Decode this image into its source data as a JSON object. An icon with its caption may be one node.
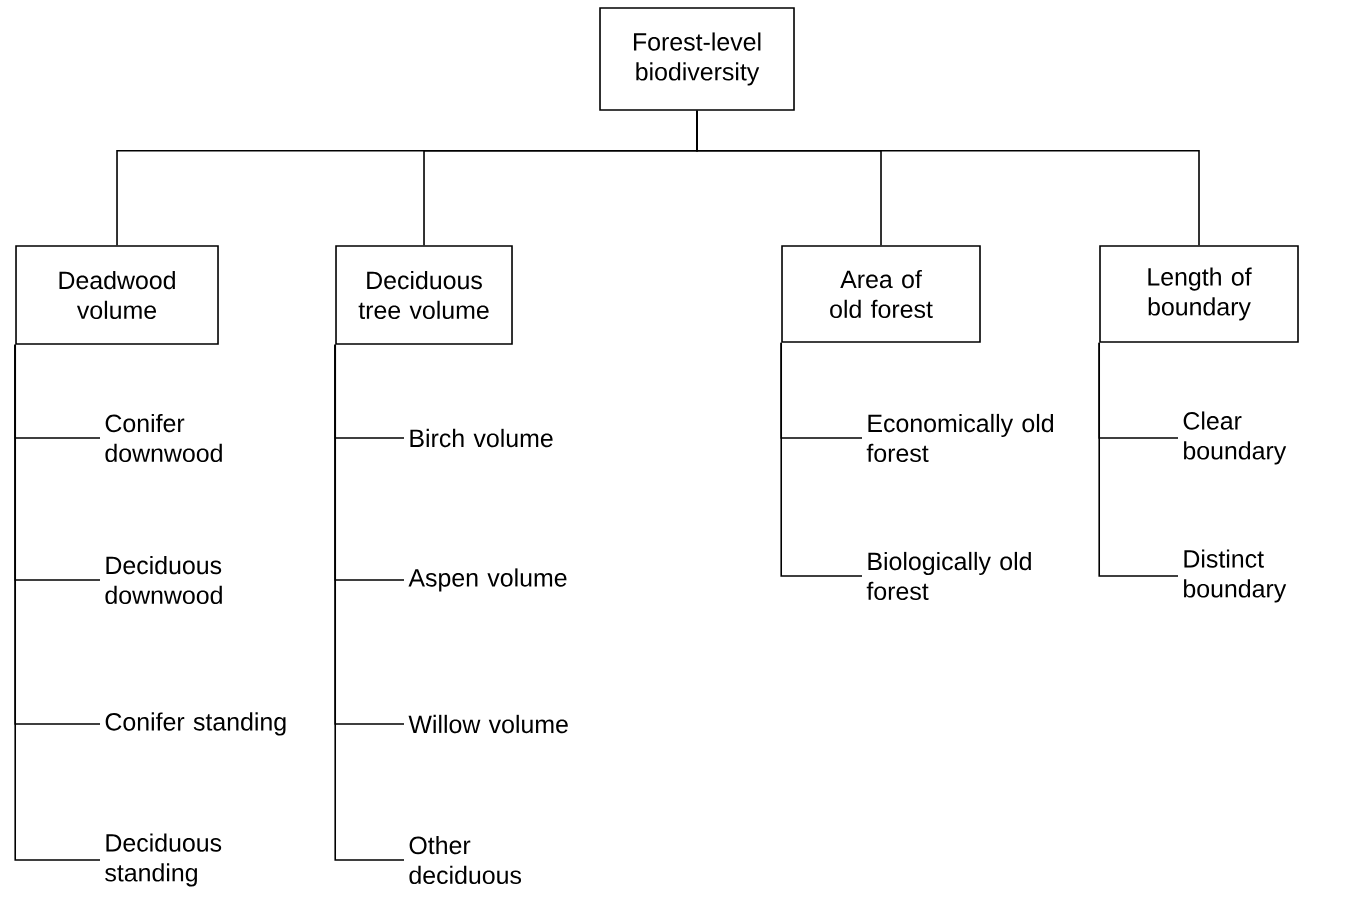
{
  "diagram": {
    "nodes": [
      {
        "text": [
          "Forest-level biodiversity"
        ]
      },
      {
        "text": [
          "Deadwood volume"
        ]
      },
      {
        "text": [
          "Deciduous tree volume"
        ]
      },
      {
        "text": [
          "Area of old forest"
        ]
      },
      {
        "text": [
          "Length of boundary"
        ]
      },
      {
        "text": [
          "Conifer downwood"
        ]
      },
      {
        "text": [
          "Deciduous downwood"
        ]
      },
      {
        "text": [
          "Conifer standing"
        ]
      },
      {
        "text": [
          "Deciduous standing"
        ]
      },
      {
        "text": [
          "Birch volume"
        ]
      },
      {
        "text": [
          "Aspen volume"
        ]
      },
      {
        "text": [
          "Willow volume"
        ]
      },
      {
        "text": [
          "Other deciduous"
        ]
      },
      {
        "text": [
          "Economically old forest"
        ]
      },
      {
        "text": [
          "Biologically old forest"
        ]
      },
      {
        "text": [
          "Clear boundary"
        ]
      },
      {
        "text": [
          "Distinct boundary"
        ]
      }
    ],
    "edges": [
      {
        "from": 0,
        "to": 1,
        "arrow": "none"
      },
      {
        "from": 0,
        "to": 2,
        "arrow": "none"
      },
      {
        "from": 0,
        "to": 3,
        "arrow": "none"
      },
      {
        "from": 0,
        "to": 4,
        "arrow": "none"
      },
      {
        "from": 1,
        "to": 5,
        "arrow": "none"
      },
      {
        "from": 1,
        "to": 6,
        "arrow": "none"
      },
      {
        "from": 1,
        "to": 7,
        "arrow": "none"
      },
      {
        "from": 1,
        "to": 8,
        "arrow": "none"
      },
      {
        "from": 2,
        "to": 9,
        "arrow": "none"
      },
      {
        "from": 2,
        "to": 10,
        "arrow": "none"
      },
      {
        "from": 2,
        "to": 11,
        "arrow": "none"
      },
      {
        "from": 2,
        "to": 12,
        "arrow": "none"
      },
      {
        "from": 3,
        "to": 13,
        "arrow": "none"
      },
      {
        "from": 3,
        "to": 14,
        "arrow": "none"
      },
      {
        "from": 4,
        "to": 15,
        "arrow": "none"
      },
      {
        "from": 4,
        "to": 16,
        "arrow": "none"
      }
    ]
  }
}
